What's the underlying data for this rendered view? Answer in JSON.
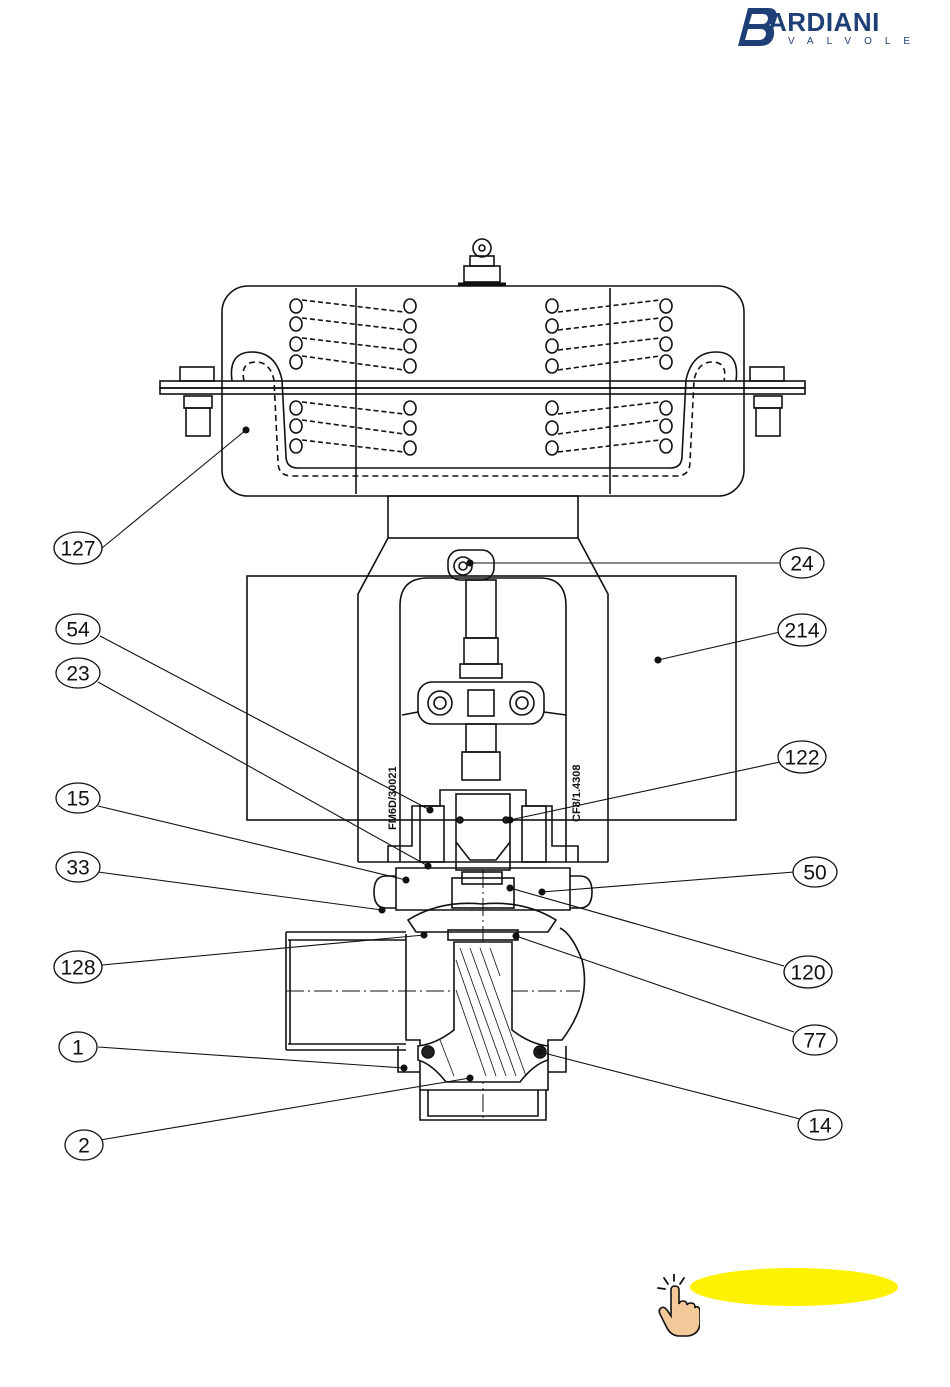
{
  "logo": {
    "brand": "ARDIANI",
    "tagline": "VALVOLE",
    "color": "#1f3f77"
  },
  "stamps": {
    "left": "FM6D/30021",
    "right": "CF8/1.4308"
  },
  "callouts": [
    {
      "label": "127"
    },
    {
      "label": "24"
    },
    {
      "label": "54"
    },
    {
      "label": "214"
    },
    {
      "label": "23"
    },
    {
      "label": "122"
    },
    {
      "label": "15"
    },
    {
      "label": "33"
    },
    {
      "label": "50"
    },
    {
      "label": "128"
    },
    {
      "label": "120"
    },
    {
      "label": "1"
    },
    {
      "label": "77"
    },
    {
      "label": "2"
    },
    {
      "label": "14"
    }
  ],
  "button": {
    "label": "",
    "color": "#fff200"
  },
  "icons": [
    "click-hand-icon"
  ]
}
